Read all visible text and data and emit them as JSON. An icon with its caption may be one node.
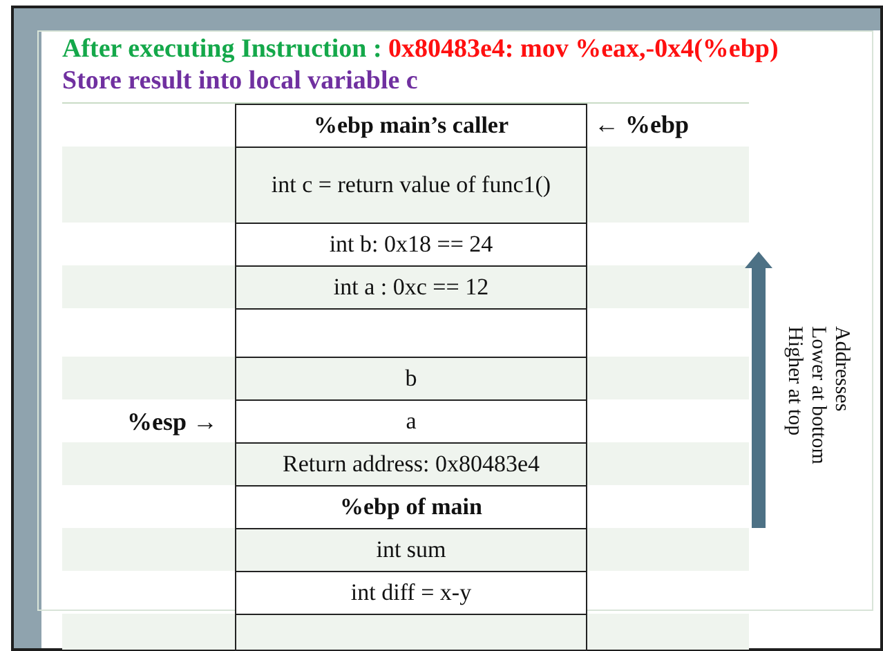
{
  "diagram": {
    "nodes": [
      {
        "text": [
          "%ebp main’s caller"
        ]
      },
      {
        "text": [
          "int c = return value of func1()"
        ]
      },
      {
        "text": [
          "int b: 0x18 == 24"
        ]
      },
      {
        "text": [
          "int a : 0xc == 12"
        ]
      },
      {
        "text": [],
        "shape": "box"
      },
      {
        "text": [
          "b"
        ]
      },
      {
        "text": [
          "a"
        ]
      },
      {
        "text": [
          "Return address: 0x80483e4"
        ]
      },
      {
        "text": [
          "%ebp of main"
        ]
      },
      {
        "text": [
          "int sum"
        ]
      },
      {
        "text": [
          "int diff = x-y"
        ]
      },
      {
        "text": [],
        "shape": "box"
      }
    ],
    "labels": [
      "After executing Instruction :",
      "0x80483e4: mov %eax,-0x4(%ebp)",
      "Store result into local variable c",
      "← %ebp",
      "%esp →",
      "Addresses",
      "Lower at bottom",
      "Higher at top"
    ]
  }
}
